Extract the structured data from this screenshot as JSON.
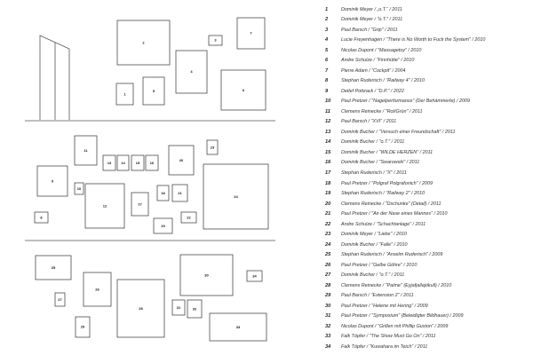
{
  "walls": {
    "wall_1": [
      "1",
      "2",
      "3",
      "4",
      "5",
      "6",
      "7",
      "8"
    ],
    "wall_2": [
      "9",
      "10",
      "11",
      "12",
      "13",
      "14",
      "15",
      "16",
      "17",
      "18",
      "19",
      "20",
      "21",
      "22",
      "23",
      "24"
    ],
    "wall_3": [
      "25",
      "26",
      "27",
      "28",
      "29",
      "30",
      "31",
      "32",
      "33",
      "34"
    ]
  },
  "legend": [
    {
      "num": "1",
      "text": "Dominik Meyer / „o.T.“ / 2011"
    },
    {
      "num": "2",
      "text": "Dominik Meyer / \"o.T.\" / 2011"
    },
    {
      "num": "3",
      "text": "Paul Barsch / \"Grip\" / 2011"
    },
    {
      "num": "4",
      "text": "Lucie Freyenhagen / \"There is No Worth to Fuck the System\" / 2010"
    },
    {
      "num": "5",
      "text": "Nicolas Dupont / \"Massagetoy\" / 2010"
    },
    {
      "num": "6",
      "text": "Andre Schulze / \"Finnhütte\" / 2010"
    },
    {
      "num": "7",
      "text": "Pierre Adam / \"Cockpit\" / 2004"
    },
    {
      "num": "8",
      "text": "Stephan Ruderisch / \"Railway 4\" / 2010"
    },
    {
      "num": "9",
      "text": "Detlef Pottzack / \"D.P.\" / 2022"
    },
    {
      "num": "10",
      "text": "Paul Pretzer / \"Nagelperformance\" (Der Behämmerte) / 2009"
    },
    {
      "num": "11",
      "text": "Clemens Reinecke / \"Rot/Grün\" / 2011"
    },
    {
      "num": "12",
      "text": "Paul Barsch / \"XVI\" / 2011"
    },
    {
      "num": "13",
      "text": "Dominik Bucher / \"Versuch einer Freundschaft\" / 2011"
    },
    {
      "num": "14",
      "text": "Dominik Bucher / \"o.T.\" / 2011"
    },
    {
      "num": "15",
      "text": "Dominik Bucher / \"WILDE HERZEN\" / 2011"
    },
    {
      "num": "16",
      "text": "Dominik Bucher / \"Swarowski\" / 2011"
    },
    {
      "num": "17",
      "text": "Stephan Ruderisch / \"X\" / 2011"
    },
    {
      "num": "18",
      "text": "Paul Pretzer / \"Polgraf Polgrafonich\" / 2009"
    },
    {
      "num": "19",
      "text": "Stephan Ruderisch / \"Railway 2\" / 2010"
    },
    {
      "num": "20",
      "text": "Clemens Reinecke / \"Dschunke\" (Detail) / 2011"
    },
    {
      "num": "21",
      "text": "Paul Pretzer / \"An der Nase eines Mannes\" / 2010"
    },
    {
      "num": "22",
      "text": "Andre Schulze / \"Schachtanlage\" / 2011"
    },
    {
      "num": "23",
      "text": "Dominik Meyer / \"Liebe\" / 2010"
    },
    {
      "num": "24",
      "text": "Dominik Bucher / \"Falle\" / 2010"
    },
    {
      "num": "25",
      "text": "Stephan Ruderisch / \"Anselm Ruderisch\" / 2009"
    },
    {
      "num": "26",
      "text": "Paul Pretzer / \"Gelbe Göhre\" / 2010"
    },
    {
      "num": "27",
      "text": "Dominik Bucher / \"o.T.\" / 2011"
    },
    {
      "num": "28",
      "text": "Clemens Reinecke / \"Palme\" (Eyjafjallajökull) / 2010"
    },
    {
      "num": "29",
      "text": "Paul Barsch / \"Extension 2\" / 2011"
    },
    {
      "num": "30",
      "text": "Paul Pretzer / \"Helene mit Hering\" / 2009"
    },
    {
      "num": "31",
      "text": "Paul Pretzer / \"Symposium\" (Beleidigter Bildhauer) / 2009"
    },
    {
      "num": "32",
      "text": "Nicolas Dupont / \"Grillen mit Phillip Guston\" / 2009"
    },
    {
      "num": "33",
      "text": "Falk Töpfer / \"The Show Must Go On\" / 2011"
    },
    {
      "num": "34",
      "text": "Falk Töpfer / \"Kuwahara im Teich\" / 2011"
    }
  ]
}
